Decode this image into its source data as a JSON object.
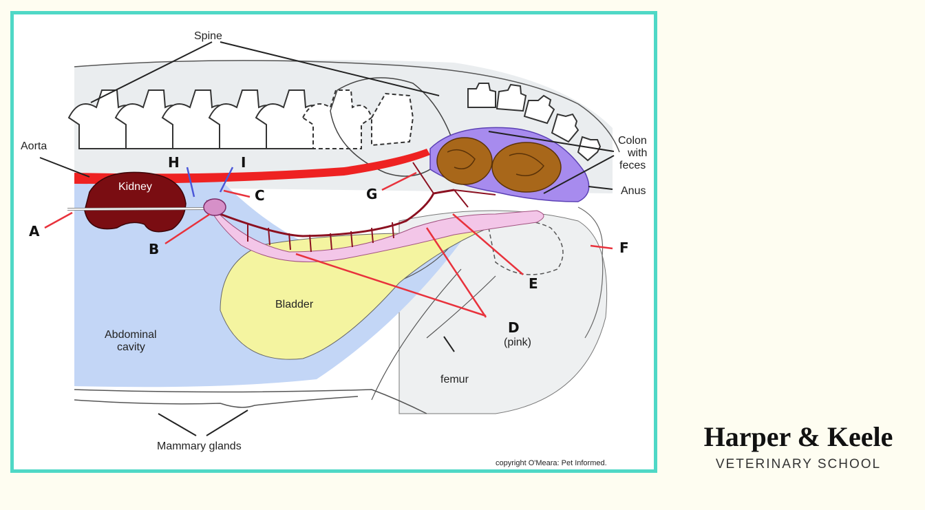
{
  "diagram": {
    "labels": {
      "spine": "Spine",
      "aorta": "Aorta",
      "kidney": "Kidney",
      "colon_line1": "Colon",
      "colon_line2": "with",
      "colon_line3": "feces",
      "anus": "Anus",
      "bladder": "Bladder",
      "abdominal_line1": "Abdominal",
      "abdominal_line2": "cavity",
      "pink": "(pink)",
      "femur": "femur",
      "mammary": "Mammary glands",
      "copyright": "copyright O'Meara: Pet Informed."
    },
    "letters": {
      "a": "A",
      "b": "B",
      "c": "C",
      "d": "D",
      "e": "E",
      "f": "F",
      "g": "G",
      "h": "H",
      "i": "I"
    },
    "colors": {
      "frame_border": "#4fd8c6",
      "aorta": "#ee2222",
      "kidney": "#7a0d12",
      "bladder": "#f4f4a0",
      "abdominal_cavity": "#c3d6f6",
      "colon": "#a78bee",
      "feces": "#a8671a",
      "uterus_pink": "#f3c6e8",
      "pointer_red": "#e8323c",
      "pointer_blue": "#4a57d8"
    }
  },
  "logo": {
    "name": "Harper & Keele",
    "subtitle": "VETERINARY SCHOOL"
  }
}
